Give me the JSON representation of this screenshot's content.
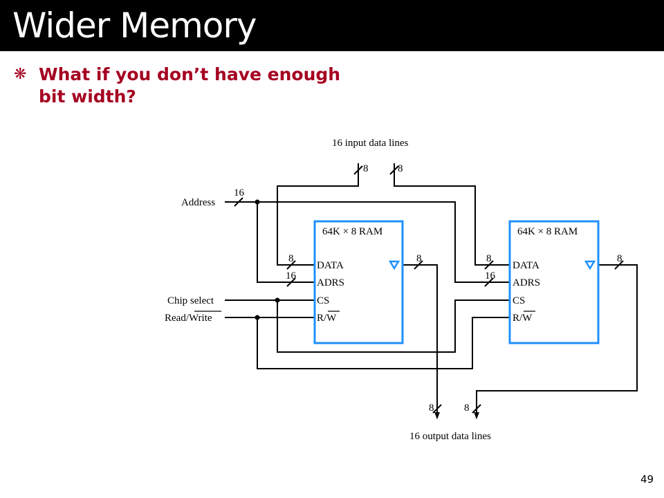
{
  "slide": {
    "title": "Wider Memory",
    "bullet_line1": "What if you don’t have enough",
    "bullet_line2": "bit width?",
    "page_number": "49",
    "accent_color": "#a50021"
  },
  "diagram": {
    "input_label": "16 input data lines",
    "output_label": "16 output data lines",
    "address_label": "Address",
    "chip_select_label": "Chip select",
    "read_write_label": "Read/Write",
    "address_width": "16",
    "in_width_left": "8",
    "in_width_right": "8",
    "out_width_left": "8",
    "out_width_right": "8",
    "ram_color": "#1e90ff",
    "ram_left": {
      "title": "64K × 8 RAM",
      "port_data": "DATA",
      "port_adrs": "ADRS",
      "port_cs": "CS",
      "port_rw": "R/W",
      "data_width": "8",
      "adrs_width": "16",
      "out_width": "8"
    },
    "ram_right": {
      "title": "64K × 8 RAM",
      "port_data": "DATA",
      "port_adrs": "ADRS",
      "port_cs": "CS",
      "port_rw": "R/W",
      "data_width": "8",
      "adrs_width": "16",
      "out_width": "8"
    }
  }
}
